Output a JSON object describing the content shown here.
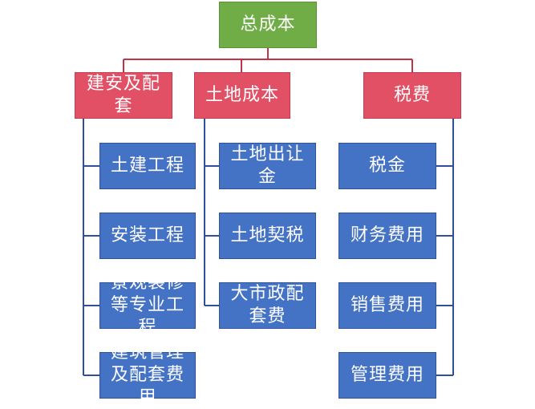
{
  "colors": {
    "root": "#70ad47",
    "category": "#e15065",
    "leaf": "#4472c4",
    "connector_top": "#c0334b",
    "connector_branch": "#2f4f9e"
  },
  "root": {
    "label": "总成本"
  },
  "categories": [
    {
      "label": "建安及配套",
      "children": [
        {
          "label": "土建工程"
        },
        {
          "label": "安装工程"
        },
        {
          "label": "景观装修等专业工程"
        },
        {
          "label": "建筑管理及配套费用"
        }
      ]
    },
    {
      "label": "土地成本",
      "children": [
        {
          "label": "土地出让金"
        },
        {
          "label": "土地契税"
        },
        {
          "label": "大市政配套费"
        }
      ]
    },
    {
      "label": "税费",
      "children": [
        {
          "label": "税金"
        },
        {
          "label": "财务费用"
        },
        {
          "label": "销售费用"
        },
        {
          "label": "管理费用"
        }
      ]
    }
  ]
}
